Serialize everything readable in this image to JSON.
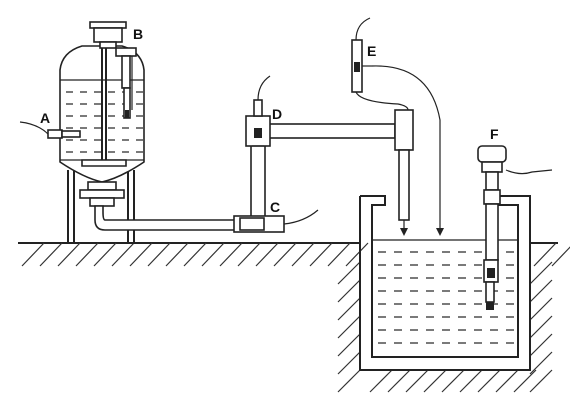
{
  "labels": {
    "a": "A",
    "b": "B",
    "c": "C",
    "d": "D",
    "e": "E",
    "f": "F"
  },
  "colors": {
    "line": "#222222",
    "background": "#ffffff"
  }
}
